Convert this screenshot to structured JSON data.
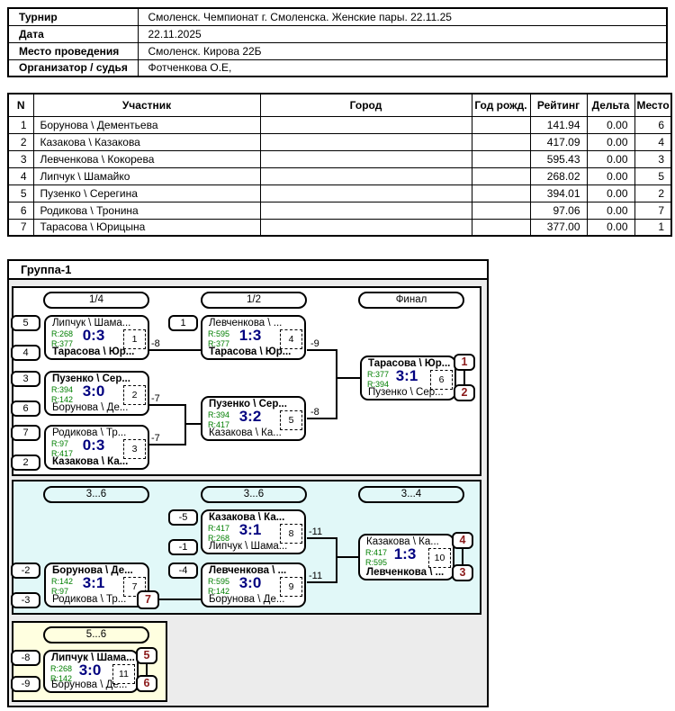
{
  "colors": {
    "score": "#000080",
    "rating_green": "#007f00",
    "place_red": "#8b1a1a",
    "panel_main": "#ffffff",
    "panel_consolation": "#e1f8f8",
    "panel_fifth": "#ffffe0",
    "group_bg": "#ececec"
  },
  "info": {
    "rows": [
      {
        "label": "Турнир",
        "value": "Смоленск. Чемпионат г. Смоленска. Женские пары. 22.11.25"
      },
      {
        "label": "Дата",
        "value": "22.11.2025"
      },
      {
        "label": "Место проведения",
        "value": "Смоленск. Кирова 22Б"
      },
      {
        "label": "Организатор / судья",
        "value": "Фотченкова О.Е,"
      }
    ]
  },
  "participants": {
    "headers": [
      "N",
      "Участник",
      "Город",
      "Год рожд.",
      "Рейтинг",
      "Дельта",
      "Место"
    ],
    "rows": [
      [
        "1",
        "Борунова \\ Дементьева",
        "",
        "",
        "141.94",
        "0.00",
        "6"
      ],
      [
        "2",
        "Казакова \\ Казакова",
        "",
        "",
        "417.09",
        "0.00",
        "4"
      ],
      [
        "3",
        "Левченкова \\ Кокорева",
        "",
        "",
        "595.43",
        "0.00",
        "3"
      ],
      [
        "4",
        "Липчук \\ Шамайко",
        "",
        "",
        "268.02",
        "0.00",
        "5"
      ],
      [
        "5",
        "Пузенко \\ Серегина",
        "",
        "",
        "394.01",
        "0.00",
        "2"
      ],
      [
        "6",
        "Родикова \\ Тронина",
        "",
        "",
        "97.06",
        "0.00",
        "7"
      ],
      [
        "7",
        "Тарасова \\ Юрицына",
        "",
        "",
        "377.00",
        "0.00",
        "1"
      ]
    ]
  },
  "group": {
    "title": "Группа-1",
    "rounds": [
      "1/4",
      "1/2",
      "Финал",
      "3...6",
      "3...6",
      "3...4",
      "5...6"
    ],
    "matches": [
      {
        "number": "1",
        "score": "0:3",
        "winner": "bot",
        "seed_top": "5",
        "seed_bottom": "4",
        "out": "-8",
        "top": {
          "name": "Липчук \\ Шама...",
          "rating": "R:268"
        },
        "bottom": {
          "name": "Тарасова \\ Юр...",
          "rating": "R:377"
        }
      },
      {
        "number": "2",
        "score": "3:0",
        "winner": "top",
        "seed_top": "3",
        "seed_bottom": "6",
        "out": "-7",
        "top": {
          "name": "Пузенко \\ Сер...",
          "rating": "R:394"
        },
        "bottom": {
          "name": "Борунова \\ Де...",
          "rating": "R:142"
        }
      },
      {
        "number": "3",
        "score": "0:3",
        "winner": "bot",
        "seed_top": "7",
        "seed_bottom": "2",
        "out": "-7",
        "top": {
          "name": "Родикова \\ Тр...",
          "rating": "R:97"
        },
        "bottom": {
          "name": "Казакова \\ Ка...",
          "rating": "R:417"
        }
      },
      {
        "number": "4",
        "score": "1:3",
        "winner": "bot",
        "seed_top": "1",
        "out": "-9",
        "top": {
          "name": "Левченкова \\ ...",
          "rating": "R:595"
        },
        "bottom": {
          "name": "Тарасова \\ Юр...",
          "rating": "R:377"
        }
      },
      {
        "number": "5",
        "score": "3:2",
        "winner": "top",
        "out": "-8",
        "top": {
          "name": "Пузенко \\ Сер...",
          "rating": "R:394"
        },
        "bottom": {
          "name": "Казакова \\ Ка...",
          "rating": "R:417"
        }
      },
      {
        "number": "6",
        "score": "3:1",
        "winner": "top",
        "place_top": "1",
        "place_bottom": "2",
        "top": {
          "name": "Тарасова \\ Юр...",
          "rating": "R:377"
        },
        "bottom": {
          "name": "Пузенко \\ Сер...",
          "rating": "R:394"
        }
      },
      {
        "number": "7",
        "score": "3:1",
        "winner": "top",
        "seed_top": "-2",
        "seed_bottom": "-3",
        "place_bottom": "7",
        "top": {
          "name": "Борунова \\ Де...",
          "rating": "R:142"
        },
        "bottom": {
          "name": "Родикова \\ Тр...",
          "rating": "R:97"
        }
      },
      {
        "number": "8",
        "score": "3:1",
        "winner": "top",
        "seed_top": "-5",
        "seed_bottom": "-1",
        "out": "-11",
        "top": {
          "name": "Казакова \\ Ка...",
          "rating": "R:417"
        },
        "bottom": {
          "name": "Липчук \\ Шама...",
          "rating": "R:268"
        }
      },
      {
        "number": "9",
        "score": "3:0",
        "winner": "top",
        "seed_top": "-4",
        "out": "-11",
        "top": {
          "name": "Левченкова \\ ...",
          "rating": "R:595"
        },
        "bottom": {
          "name": "Борунова \\ Де...",
          "rating": "R:142"
        }
      },
      {
        "number": "10",
        "score": "1:3",
        "winner": "bot",
        "place_top": "4",
        "place_bottom": "3",
        "top": {
          "name": "Казакова \\ Ка...",
          "rating": "R:417"
        },
        "bottom": {
          "name": "Левченкова \\ ...",
          "rating": "R:595"
        }
      },
      {
        "number": "11",
        "score": "3:0",
        "winner": "top",
        "seed_top": "-8",
        "seed_bottom": "-9",
        "place_top": "5",
        "place_bottom": "6",
        "top": {
          "name": "Липчук \\ Шама...",
          "rating": "R:268"
        },
        "bottom": {
          "name": "Борунова \\ Де...",
          "rating": "R:142"
        }
      }
    ]
  }
}
